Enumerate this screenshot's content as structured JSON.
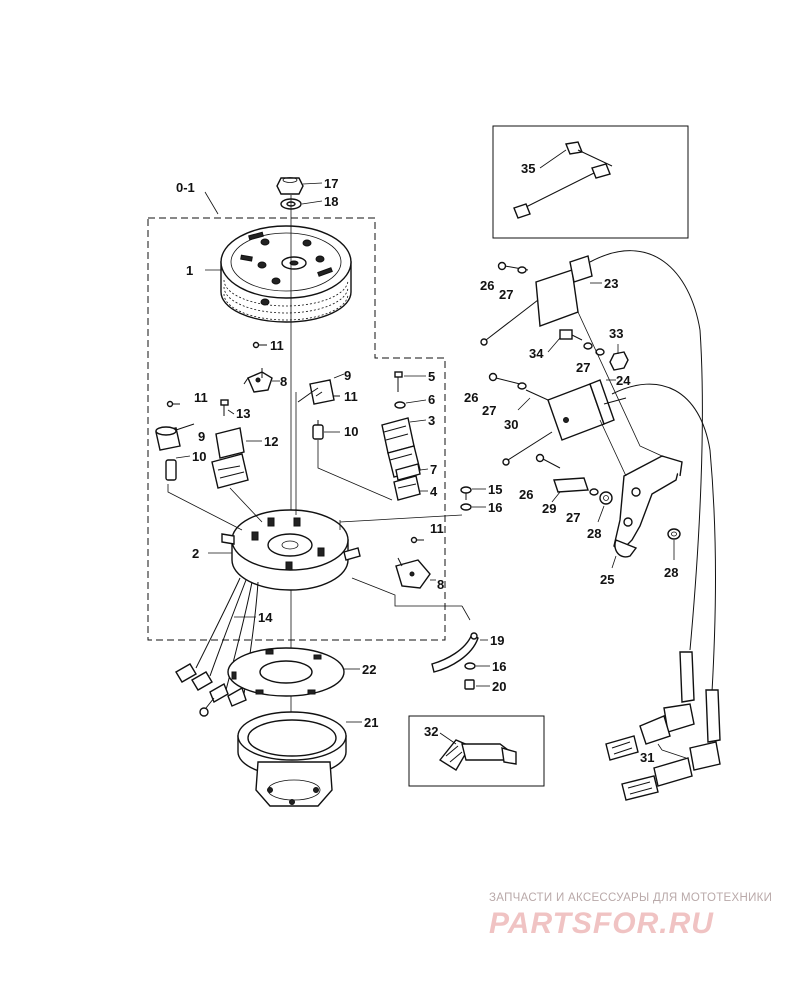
{
  "group_label": "0-1",
  "callouts": {
    "c1": "1",
    "c2": "2",
    "c3": "3",
    "c4": "4",
    "c5": "5",
    "c6": "6",
    "c7": "7",
    "c8a": "8",
    "c8b": "8",
    "c9a": "9",
    "c9b": "9",
    "c10a": "10",
    "c10b": "10",
    "c11a": "11",
    "c11b": "11",
    "c11c": "11",
    "c11d": "11",
    "c12": "12",
    "c13": "13",
    "c14": "14",
    "c15": "15",
    "c16a": "16",
    "c16b": "16",
    "c17": "17",
    "c18": "18",
    "c19": "19",
    "c20": "20",
    "c21": "21",
    "c22": "22",
    "c23": "23",
    "c24": "24",
    "c25": "25",
    "c26a": "26",
    "c26b": "26",
    "c26c": "26",
    "c27a": "27",
    "c27b": "27",
    "c27c": "27",
    "c27d": "27",
    "c28a": "28",
    "c28b": "28",
    "c29": "29",
    "c30": "30",
    "c31": "31",
    "c32": "32",
    "c33": "33",
    "c34": "34",
    "c35": "35"
  },
  "watermark": {
    "tagline": "ЗАПЧАСТИ И АКСЕССУАРЫ ДЛЯ МОТОТЕХНИКИ",
    "logo": "PARTSFOR.RU"
  }
}
